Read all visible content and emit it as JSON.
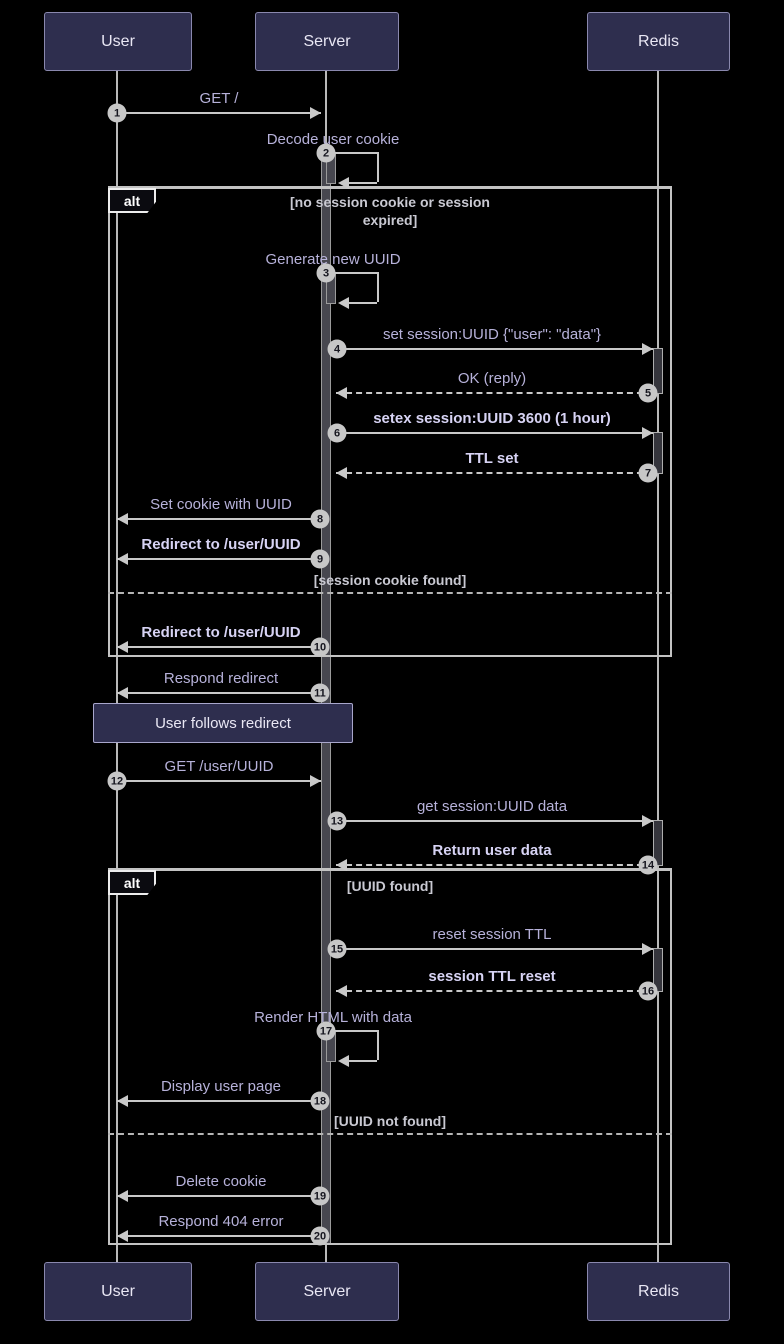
{
  "diagram_type": "sequence-diagram",
  "participants": [
    {
      "name": "User"
    },
    {
      "name": "Server"
    },
    {
      "name": "Redis"
    }
  ],
  "alt_blocks": [
    {
      "label": "alt",
      "condition_line1": "[no session cookie or session",
      "condition_line2": "expired]",
      "else_condition": "[session cookie found]"
    },
    {
      "label": "alt",
      "condition": "[UUID found]",
      "else_condition": "[UUID not found]"
    }
  ],
  "note": {
    "text": "User follows redirect"
  },
  "messages": [
    {
      "num": 1,
      "from": "User",
      "to": "Server",
      "label": "GET /"
    },
    {
      "num": 2,
      "from": "Server",
      "to": "Server",
      "label": "Decode user cookie"
    },
    {
      "num": 3,
      "from": "Server",
      "to": "Server",
      "label": "Generate new UUID"
    },
    {
      "num": 4,
      "from": "Server",
      "to": "Redis",
      "label": "set session:UUID {\"user\": \"data\"}"
    },
    {
      "num": 5,
      "from": "Redis",
      "to": "Server",
      "label": "OK (reply)"
    },
    {
      "num": 6,
      "from": "Server",
      "to": "Redis",
      "label": "setex session:UUID 3600 (1 hour)"
    },
    {
      "num": 7,
      "from": "Redis",
      "to": "Server",
      "label": "TTL set"
    },
    {
      "num": 8,
      "from": "Server",
      "to": "User",
      "label": "Set cookie with UUID"
    },
    {
      "num": 9,
      "from": "Server",
      "to": "User",
      "label": "Redirect to /user/UUID"
    },
    {
      "num": 10,
      "from": "Server",
      "to": "User",
      "label": "Redirect to /user/UUID"
    },
    {
      "num": 11,
      "from": "Server",
      "to": "User",
      "label": "Respond redirect"
    },
    {
      "num": 12,
      "from": "User",
      "to": "Server",
      "label": "GET /user/UUID"
    },
    {
      "num": 13,
      "from": "Server",
      "to": "Redis",
      "label": "get session:UUID data"
    },
    {
      "num": 14,
      "from": "Redis",
      "to": "Server",
      "label": "Return user data"
    },
    {
      "num": 15,
      "from": "Server",
      "to": "Redis",
      "label": "reset session TTL"
    },
    {
      "num": 16,
      "from": "Redis",
      "to": "Server",
      "label": "session TTL reset"
    },
    {
      "num": 17,
      "from": "Server",
      "to": "Server",
      "label": "Render HTML with data"
    },
    {
      "num": 18,
      "from": "Server",
      "to": "User",
      "label": "Display user page"
    },
    {
      "num": 19,
      "from": "Server",
      "to": "User",
      "label": "Delete cookie"
    },
    {
      "num": 20,
      "from": "Server",
      "to": "User",
      "label": "Respond 404 error"
    }
  ],
  "colors": {
    "background": "#000000",
    "actor_fill": "#2e2e4e",
    "actor_border": "#8a88ae",
    "line": "#c9c9c9",
    "label": "#b7b2da",
    "label_emphasis": "#d7d3f4"
  }
}
